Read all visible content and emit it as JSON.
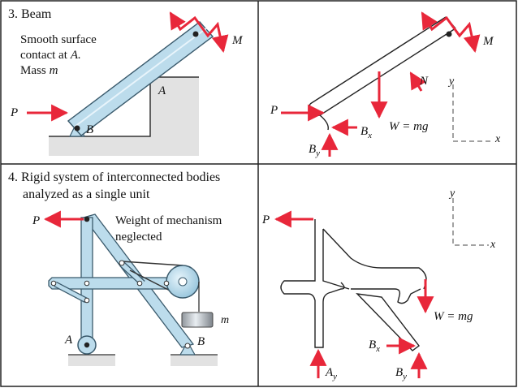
{
  "row1": {
    "number": "3.",
    "title": "Beam",
    "desc_line1": "Smooth surface",
    "desc_line2": "contact at",
    "desc_line2_point": "A.",
    "desc_line3": "Mass",
    "mass_symbol": "m",
    "label_P": "P",
    "label_M": "M",
    "label_A": "A",
    "label_B": "B",
    "fbd": {
      "label_P": "P",
      "label_M": "M",
      "label_N": "N",
      "label_y": "y",
      "label_x": "x",
      "label_Bx": "B",
      "label_Bx_sub": "x",
      "label_By": "B",
      "label_By_sub": "y",
      "weight_label": "W = mg"
    }
  },
  "row2": {
    "number": "4.",
    "title_line1": "Rigid system of interconnected bodies",
    "title_line2": "analyzed as a single unit",
    "label_P": "P",
    "note_line1": "Weight of mechanism",
    "note_line2": "neglected",
    "mass_symbol": "m",
    "label_A": "A",
    "label_B": "B",
    "fbd": {
      "label_P": "P",
      "label_y": "y",
      "label_x": "x",
      "label_Ay": "A",
      "label_Ay_sub": "y",
      "label_By": "B",
      "label_By_sub": "y",
      "label_Bx": "B",
      "label_Bx_sub": "x",
      "weight_label": "W = mg"
    }
  },
  "colors": {
    "force_arrow": "#e8273a",
    "beam_fill": "#bcdcec",
    "beam_stroke": "#3a5a6c",
    "ground": "#e2e2e2",
    "frame": "#222222"
  }
}
